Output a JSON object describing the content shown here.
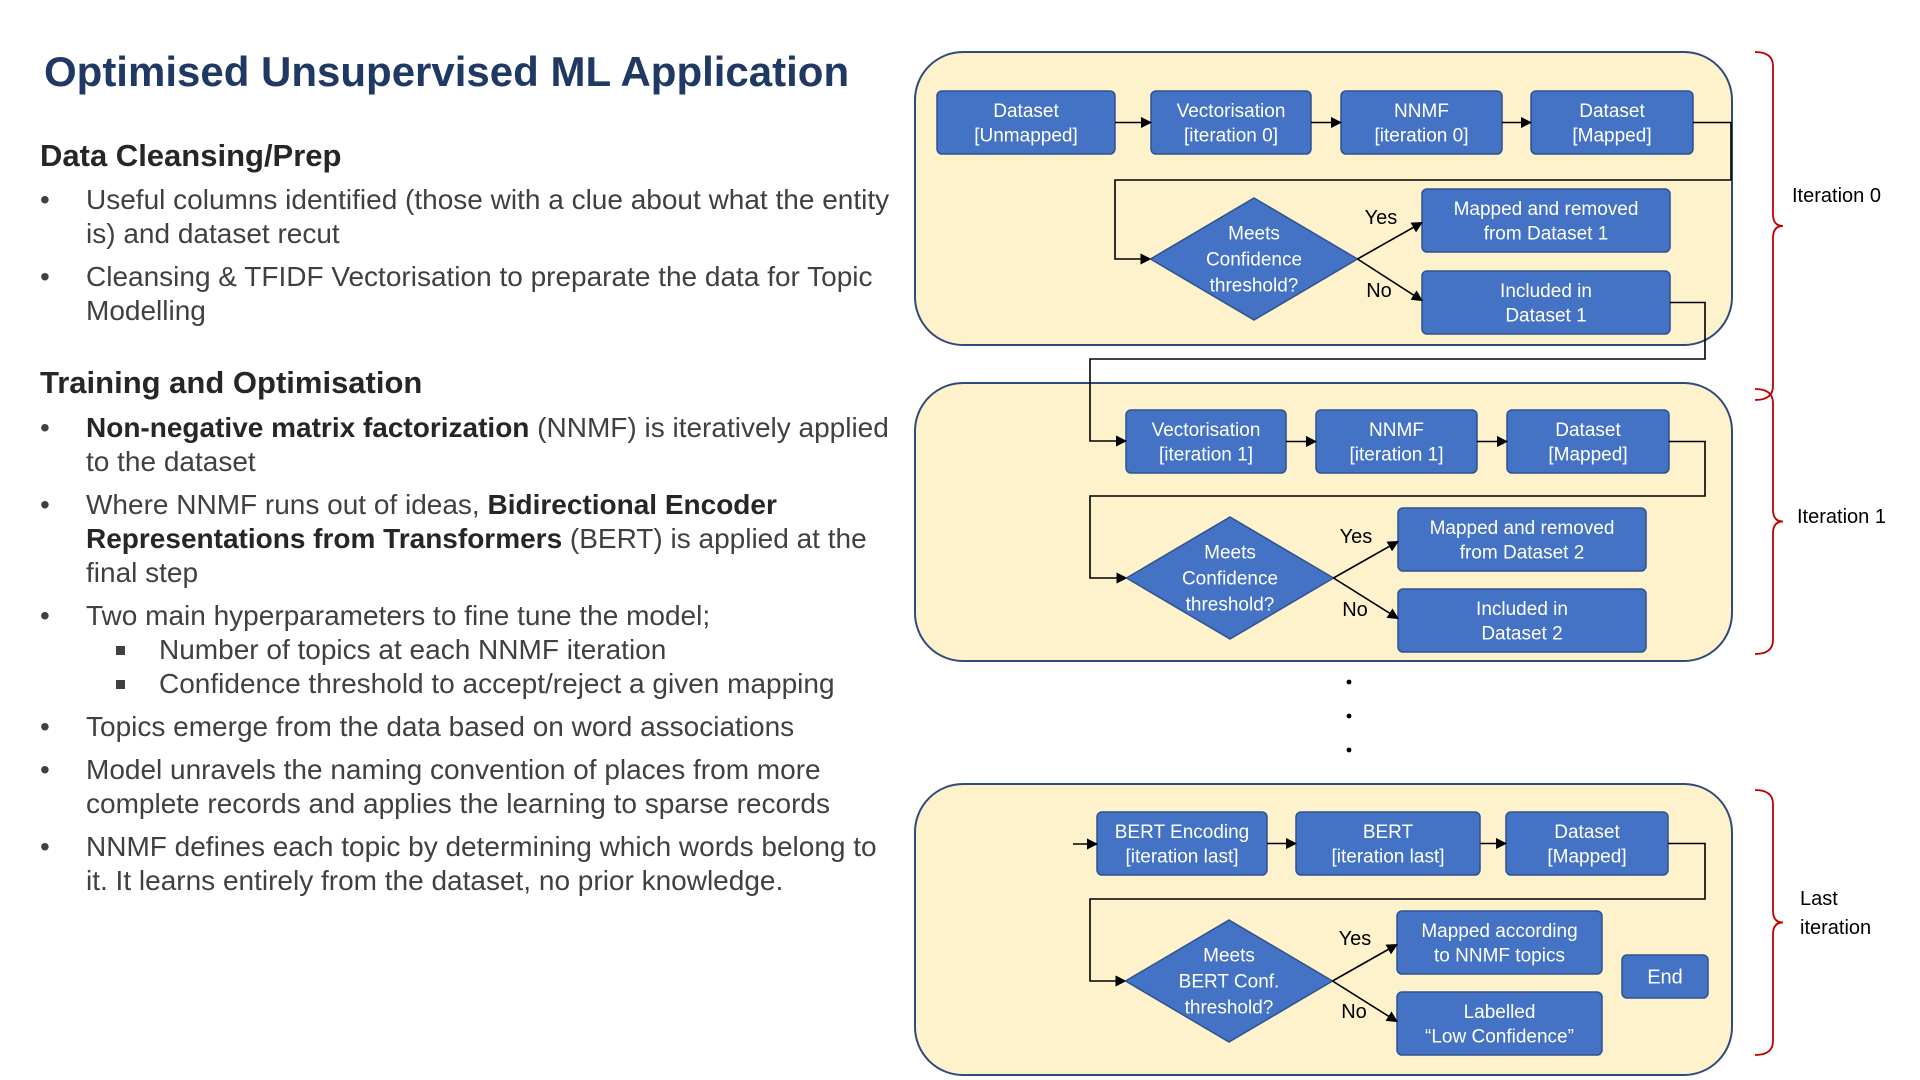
{
  "title": "Optimised Unsupervised ML Application",
  "sections": [
    {
      "heading": "Data Cleansing/Prep",
      "bullets": [
        {
          "parts": [
            {
              "text": "Useful columns identified (those with a clue about what the entity is) and dataset recut",
              "bold": false
            }
          ]
        },
        {
          "parts": [
            {
              "text": "Cleansing & TFIDF Vectorisation to preparate the data for Topic Modelling",
              "bold": false
            }
          ]
        }
      ]
    },
    {
      "heading": "Training and Optimisation",
      "bullets": [
        {
          "parts": [
            {
              "text": "Non-negative matrix factorization",
              "bold": true
            },
            {
              "text": " (NNMF) is iteratively applied to the dataset",
              "bold": false
            }
          ]
        },
        {
          "parts": [
            {
              "text": "Where NNMF runs out of ideas, ",
              "bold": false
            },
            {
              "text": "Bidirectional Encoder Representations from Transformers",
              "bold": true
            },
            {
              "text": " (BERT) is applied at the final step",
              "bold": false
            }
          ]
        },
        {
          "parts": [
            {
              "text": "Two main hyperparameters to fine tune the model;",
              "bold": false
            }
          ],
          "sub": [
            "Number of topics at each NNMF iteration",
            "Confidence threshold to accept/reject a given mapping"
          ]
        },
        {
          "parts": [
            {
              "text": "Topics emerge from the data based on word associations",
              "bold": false
            }
          ]
        },
        {
          "parts": [
            {
              "text": "Model unravels the naming convention of places from more complete records and applies the learning to sparse records",
              "bold": false
            }
          ]
        },
        {
          "parts": [
            {
              "text": "NNMF defines each topic by determining which words belong to it. It learns entirely from the dataset, no prior knowledge.",
              "bold": false
            }
          ]
        }
      ]
    }
  ],
  "flow": {
    "colors": {
      "panel_fill": "#fef2cc",
      "panel_stroke": "#2f4b7c",
      "box_fill": "#4472c4",
      "box_stroke": "#2f528f",
      "box_text": "#ffffff",
      "bracket": "#c00000",
      "line": "#000000",
      "label": "#000000"
    },
    "iterations": [
      {
        "bracket_label": [
          "Iteration 0"
        ],
        "steps": [
          [
            "Dataset",
            "[Unmapped]"
          ],
          [
            "Vectorisation",
            "[iteration 0]"
          ],
          [
            "NNMF",
            "[iteration 0]"
          ],
          [
            "Dataset",
            "[Mapped]"
          ]
        ],
        "decision": [
          "Meets",
          "Confidence",
          "threshold?"
        ],
        "yes_label": "Yes",
        "no_label": "No",
        "yes_box": [
          "Mapped and removed",
          "from Dataset 1"
        ],
        "no_box": [
          "Included in",
          "Dataset 1"
        ]
      },
      {
        "bracket_label": [
          "Iteration 1"
        ],
        "steps": [
          [
            "Vectorisation",
            "[iteration 1]"
          ],
          [
            "NNMF",
            "[iteration 1]"
          ],
          [
            "Dataset",
            "[Mapped]"
          ]
        ],
        "decision": [
          "Meets",
          "Confidence",
          "threshold?"
        ],
        "yes_label": "Yes",
        "no_label": "No",
        "yes_box": [
          "Mapped and removed",
          "from Dataset 2"
        ],
        "no_box": [
          "Included in",
          "Dataset 2"
        ]
      },
      {
        "bracket_label": [
          "Last",
          "iteration"
        ],
        "steps": [
          [
            "BERT Encoding",
            "[iteration last]"
          ],
          [
            "BERT",
            "[iteration last]"
          ],
          [
            "Dataset",
            "[Mapped]"
          ]
        ],
        "decision": [
          "Meets",
          "BERT Conf.",
          "threshold?"
        ],
        "yes_label": "Yes",
        "no_label": "No",
        "yes_box": [
          "Mapped according",
          "to NNMF topics"
        ],
        "no_box": [
          "Labelled",
          "“Low Confidence”"
        ],
        "end_box": [
          "End"
        ]
      }
    ]
  }
}
